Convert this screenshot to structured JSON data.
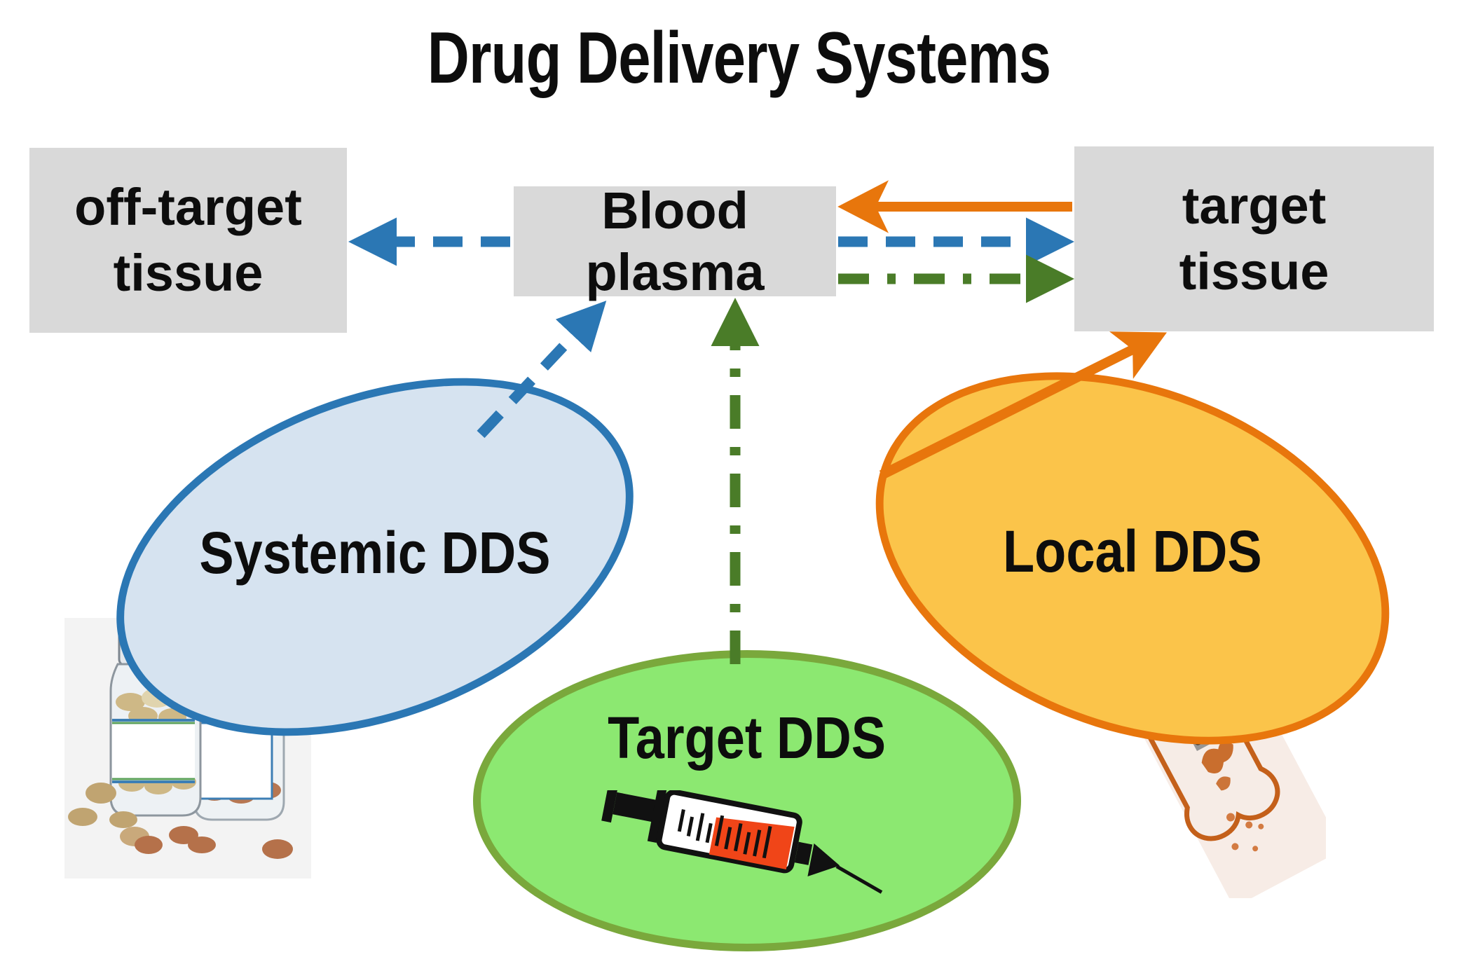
{
  "figure": {
    "title": "Drug Delivery Systems",
    "kind": "concept-diagram"
  },
  "boxes": [
    {
      "id": "off-target-tissue",
      "line1": "off-target",
      "line2": "tissue",
      "fill": "#d9d9d9"
    },
    {
      "id": "blood-plasma",
      "line1": "Blood plasma",
      "line2": "",
      "fill": "#d9d9d9"
    },
    {
      "id": "target-tissue",
      "line1": "target",
      "line2": "tissue",
      "fill": "#d9d9d9"
    }
  ],
  "ellipses": [
    {
      "id": "systemic-dds",
      "label": "Systemic DDS",
      "fill": "#d6e3f0",
      "stroke": "#2b77b4",
      "icon": "pill-bottles-icon"
    },
    {
      "id": "target-dds",
      "label": "Target DDS",
      "fill": "#8ce871",
      "stroke": "#7aa83c",
      "icon": "syringe-icon"
    },
    {
      "id": "local-dds",
      "label": "Local DDS",
      "fill": "#fbc44a",
      "stroke": "#e8760c",
      "icon": "bone-implant-icon"
    }
  ],
  "arrows": [
    {
      "id": "plasma-to-off-target",
      "from": "blood-plasma",
      "to": "off-target-tissue",
      "style": "dashed",
      "color": "#2b77b4"
    },
    {
      "id": "plasma-to-target-tissue",
      "from": "blood-plasma",
      "to": "target-tissue",
      "style": "dashed",
      "color": "#2b77b4"
    },
    {
      "id": "plasma-to-target-tissue-targeted",
      "from": "blood-plasma",
      "to": "target-tissue",
      "style": "dash-dot",
      "color": "#4a7c28"
    },
    {
      "id": "target-tissue-to-plasma",
      "from": "target-tissue",
      "to": "blood-plasma",
      "style": "solid",
      "color": "#e8760c"
    },
    {
      "id": "systemic-dds-to-plasma",
      "from": "systemic-dds",
      "to": "blood-plasma",
      "style": "dashed",
      "color": "#2b77b4"
    },
    {
      "id": "target-dds-to-plasma",
      "from": "target-dds",
      "to": "blood-plasma",
      "style": "dash-dot",
      "color": "#4a7c28"
    },
    {
      "id": "local-dds-to-target-tissue",
      "from": "local-dds",
      "to": "target-tissue",
      "style": "solid",
      "color": "#e8760c"
    }
  ],
  "colors": {
    "blue": "#2b77b4",
    "green": "#4a7c28",
    "orange": "#e8760c",
    "box_gray": "#d9d9d9",
    "light_blue_fill": "#d6e3f0",
    "green_fill": "#8ce871",
    "yellow_fill": "#fbc44a",
    "syringe_liquid": "#f04518",
    "bone_outline": "#c4601a",
    "text": "#0d0d0d"
  }
}
